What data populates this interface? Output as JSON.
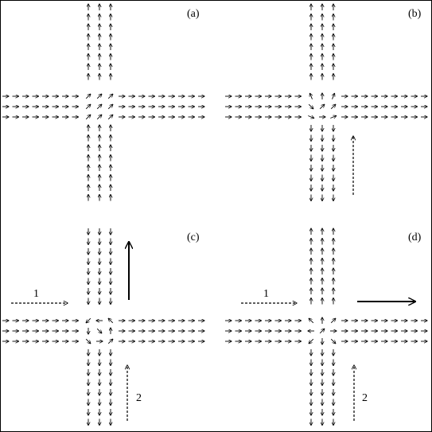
{
  "panels": [
    {
      "id": "a",
      "label": "(a)",
      "arms": {
        "north": "up",
        "south": "up",
        "west": "right",
        "east": "right"
      },
      "center": "diag-ne",
      "big_arrows": []
    },
    {
      "id": "b",
      "label": "(b)",
      "arms": {
        "north": "up",
        "south": "down",
        "west": "right",
        "east": "right"
      },
      "center": "splay",
      "big_arrows": [
        {
          "kind": "dashed",
          "dir": "up",
          "label": ""
        }
      ]
    },
    {
      "id": "c",
      "label": "(c)",
      "arms": {
        "north": "down",
        "south": "down",
        "west": "right",
        "east": "right"
      },
      "center": "swirl",
      "big_arrows": [
        {
          "kind": "solid",
          "dir": "up",
          "label": ""
        },
        {
          "kind": "dashed",
          "dir": "right",
          "label": "1"
        },
        {
          "kind": "dashed",
          "dir": "up",
          "label": "2"
        }
      ]
    },
    {
      "id": "d",
      "label": "(d)",
      "arms": {
        "north": "up",
        "south": "down",
        "west": "right",
        "east": "right"
      },
      "center": "spread",
      "big_arrows": [
        {
          "kind": "solid",
          "dir": "right",
          "label": ""
        },
        {
          "kind": "dashed",
          "dir": "right",
          "label": "1"
        },
        {
          "kind": "dashed",
          "dir": "up",
          "label": "2"
        }
      ]
    }
  ]
}
